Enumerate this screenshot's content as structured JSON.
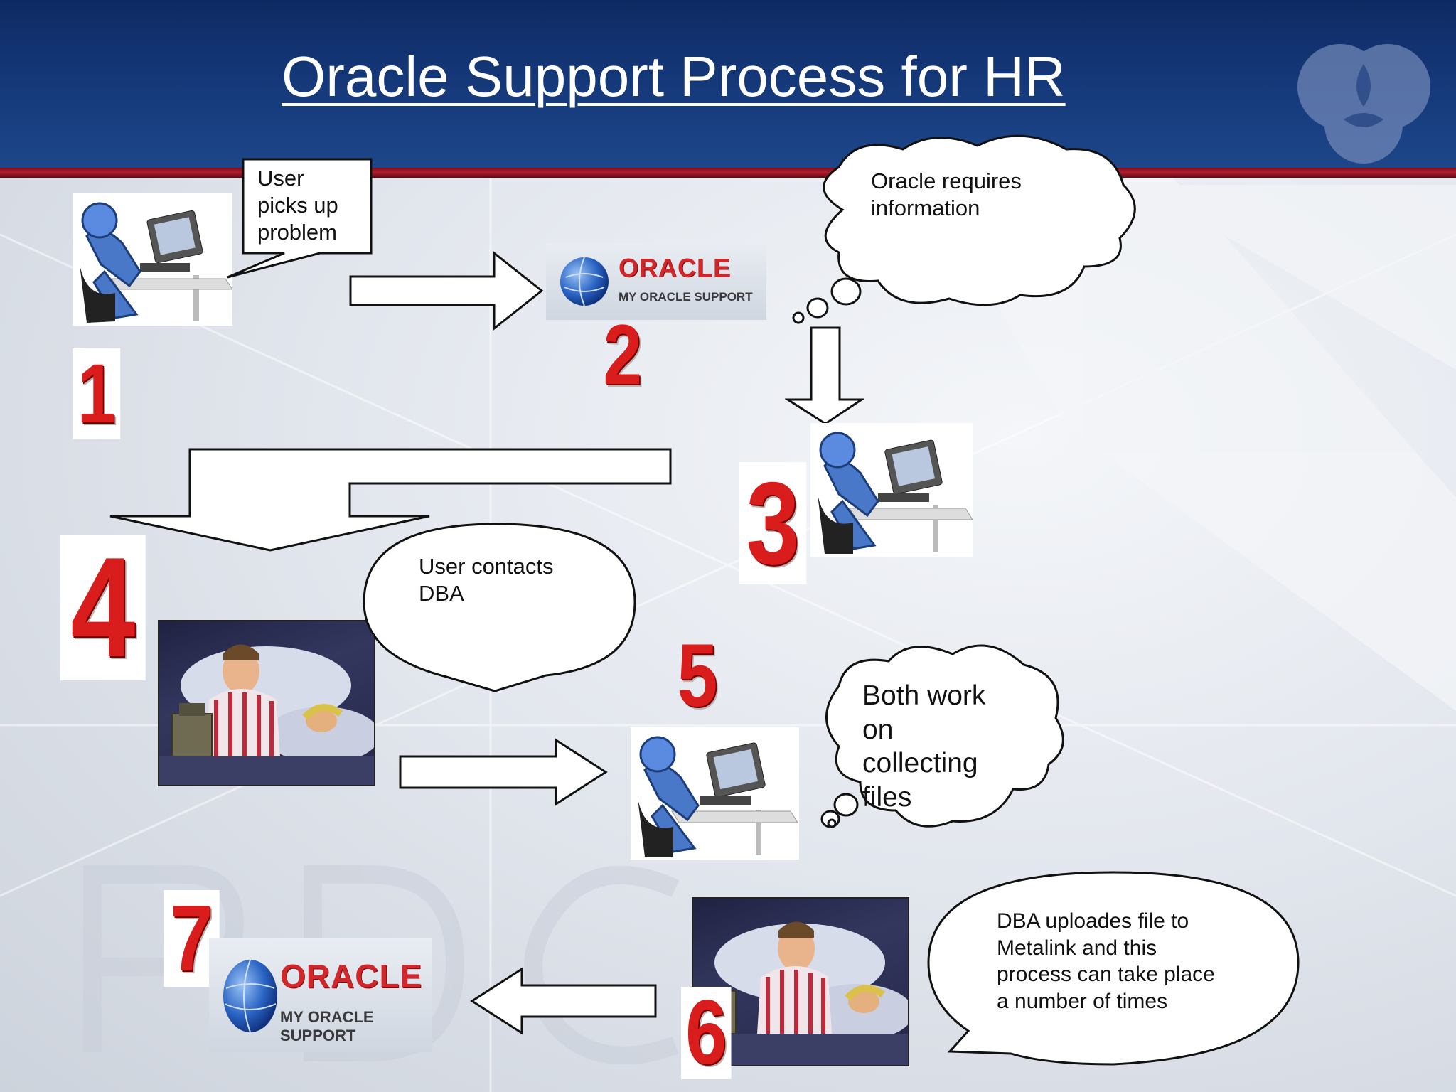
{
  "title": "Oracle Support Process for HR",
  "steps": {
    "n1": "1",
    "n2": "2",
    "n3": "3",
    "n4": "4",
    "n5": "5",
    "n6": "6",
    "n7": "7"
  },
  "callouts": {
    "user_picks": [
      "User",
      "picks up",
      "problem"
    ],
    "oracle_requires": [
      "Oracle requires",
      "information"
    ],
    "user_contacts": [
      "User contacts",
      "DBA"
    ],
    "both_work": [
      "Both work",
      "on",
      "collecting",
      "files"
    ],
    "dba_uploads": [
      "DBA uploades file to",
      "Metalink and this",
      "process can take place",
      "a number of times"
    ]
  },
  "logos": {
    "brand": "ORACLE",
    "subtitle": "MY ORACLE SUPPORT"
  },
  "colors": {
    "header": "#163a7c",
    "rule": "#b21c2c",
    "numeral": "#d91c1c"
  }
}
